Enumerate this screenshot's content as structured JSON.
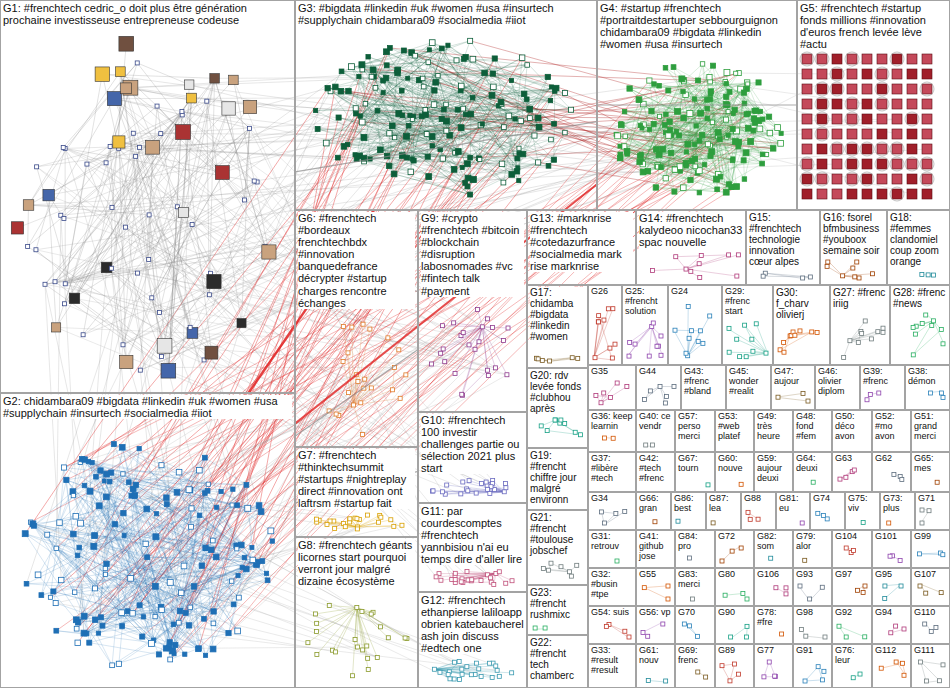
{
  "diagram": {
    "nodes": [
      {
        "text": [
          "G1: #frenchtech cedric_o doit plus être génération prochaine investisseuse entrepreneuse codeuse"
        ]
      },
      {
        "text": [
          "G3: #bigdata #linkedin #uk #women #usa #insurtech #supplychain chidambara09 #socialmedia #iiot"
        ]
      },
      {
        "text": [
          "G4: #startup #frenchtech #portraitdestartuper sebbourguignon chidambara09 #bigdata #linkedin #women #usa #insurtech"
        ]
      },
      {
        "text": [
          "G5: #frenchtech #startup fonds millions #innovation d'euros french levée lève #actu"
        ]
      },
      {
        "text": [
          "G6: #frenchtech #bordeaux frenchtechbdx #innovation banquedefrance décrypter #startup charges rencontre échanges"
        ]
      },
      {
        "text": [
          "G9: #crypto #frenchtech #bitcoin #blockchain #disruption labosnomades #vc #fintech talk #payment"
        ]
      },
      {
        "text": [
          "G13: #marknrise #frenchtech #cotedazurfrance #socialmedia mark rise marknrise"
        ]
      },
      {
        "text": [
          "G14: #frenchtech kalydeoo nicochan33 spac nouvelle"
        ]
      },
      {
        "text": [
          "G15: #frenchtech technologie innovation cœur alpes"
        ]
      },
      {
        "text": [
          "G16: fsorel bfmbusiness #youboox semaine soir"
        ]
      },
      {
        "text": [
          "G18: #femmes clandomiel coup zoom orange"
        ]
      },
      {
        "text": [
          "G17: chidamba #bigdata #linkedin #women"
        ]
      },
      {
        "text": [
          "G26"
        ]
      },
      {
        "text": [
          "G25: #frencht solution"
        ]
      },
      {
        "text": [
          "G24"
        ]
      },
      {
        "text": [
          "G29: #frenc start"
        ]
      },
      {
        "text": [
          "G30: f_charv olivierj"
        ]
      },
      {
        "text": [
          "G27: #frenc iriig"
        ]
      },
      {
        "text": [
          "G28: #frenc #news"
        ]
      },
      {
        "text": [
          "G35"
        ]
      },
      {
        "text": [
          "G44"
        ]
      },
      {
        "text": [
          "G43: #frenc #bland"
        ]
      },
      {
        "text": [
          "G45: wonder #realit"
        ]
      },
      {
        "text": [
          "G47: aujour"
        ]
      },
      {
        "text": [
          "G46: olivier diplom"
        ]
      },
      {
        "text": [
          "G39: #frenc"
        ]
      },
      {
        "text": [
          "G38: démon"
        ]
      },
      {
        "text": [
          "G20: rdv levée fonds #clubhou après"
        ]
      },
      {
        "text": [
          "G36: keep learnin"
        ]
      },
      {
        "text": [
          "G40: ce vendr"
        ]
      },
      {
        "text": [
          "G57: perso merci"
        ]
      },
      {
        "text": [
          "G53: #web platef"
        ]
      },
      {
        "text": [
          "G49: très heure"
        ]
      },
      {
        "text": [
          "G48: fond #fem"
        ]
      },
      {
        "text": [
          "G50: déco avon"
        ]
      },
      {
        "text": [
          "G52: #mo avon"
        ]
      },
      {
        "text": [
          "G51: grand merci"
        ]
      },
      {
        "text": [
          "G37: #libère #tech"
        ]
      },
      {
        "text": [
          "G42: #tech #frenc"
        ]
      },
      {
        "text": [
          "G67: tourn"
        ]
      },
      {
        "text": [
          "G60: nouve"
        ]
      },
      {
        "text": [
          "G59: aujour deuxi"
        ]
      },
      {
        "text": [
          "G64: deuxi"
        ]
      },
      {
        "text": [
          "G63"
        ]
      },
      {
        "text": [
          "G62"
        ]
      },
      {
        "text": [
          "G65: mes"
        ]
      },
      {
        "text": [
          "G2: chidambara09 #bigdata #linkedin #uk #women #usa #supplychain #insurtech #socialmedia #iiot"
        ]
      },
      {
        "text": [
          "G7: #frenchtech #thinktechsummit #startups #nightreplay direct #innovation ont laftrsm #startup fait"
        ]
      },
      {
        "text": [
          "G8: #frenchtech géants licornes start pourquoi verront jour malgré dizaine écosystème"
        ]
      },
      {
        "text": [
          "G10: #frenchtech 100 investir challenges partie ou sélection 2021 plus start"
        ]
      },
      {
        "text": [
          "G11: par courdescomptes #frenchtech yannbisiou n'ai eu temps dire d'aller lire"
        ]
      },
      {
        "text": [
          "G12: #frenchtech ethanpierse laliloapp obrien katebaucherel ash join discuss #edtech one"
        ]
      },
      {
        "text": [
          "G19: #frencht chiffre jour malgré environn"
        ]
      },
      {
        "text": [
          "G21: #frencht #toulouse jobschef"
        ]
      },
      {
        "text": [
          "G23: #frencht rushmixc"
        ]
      },
      {
        "text": [
          "G22: #frencht tech chamberc"
        ]
      },
      {
        "text": [
          "G34"
        ]
      },
      {
        "text": [
          "G66: gran"
        ]
      },
      {
        "text": [
          "G86: best"
        ]
      },
      {
        "text": [
          "G87: lea"
        ]
      },
      {
        "text": [
          "G88"
        ]
      },
      {
        "text": [
          "G81: eu"
        ]
      },
      {
        "text": [
          "G74"
        ]
      },
      {
        "text": [
          "G75: viv"
        ]
      },
      {
        "text": [
          "G73: plus"
        ]
      },
      {
        "text": [
          "G71"
        ]
      },
      {
        "text": [
          "G31: retrouv"
        ]
      },
      {
        "text": [
          "G41: github jose"
        ]
      },
      {
        "text": [
          "G84: pro"
        ]
      },
      {
        "text": [
          "G72"
        ]
      },
      {
        "text": [
          "G82: som"
        ]
      },
      {
        "text": [
          "G79: alor"
        ]
      },
      {
        "text": [
          "G104"
        ]
      },
      {
        "text": [
          "G101"
        ]
      },
      {
        "text": [
          "G99"
        ]
      },
      {
        "text": [
          "G32: #busin #tpe"
        ]
      },
      {
        "text": [
          "G55"
        ]
      },
      {
        "text": [
          "G83: merci"
        ]
      },
      {
        "text": [
          "G80"
        ]
      },
      {
        "text": [
          "G106"
        ]
      },
      {
        "text": [
          "G93"
        ]
      },
      {
        "text": [
          "G97"
        ]
      },
      {
        "text": [
          "G95"
        ]
      },
      {
        "text": [
          "G107"
        ]
      },
      {
        "text": [
          "G54: suis"
        ]
      },
      {
        "text": [
          "G56: vp"
        ]
      },
      {
        "text": [
          "G70"
        ]
      },
      {
        "text": [
          "G90"
        ]
      },
      {
        "text": [
          "G78: #fre"
        ]
      },
      {
        "text": [
          "G98"
        ]
      },
      {
        "text": [
          "G92"
        ]
      },
      {
        "text": [
          "G94"
        ]
      },
      {
        "text": [
          "G110"
        ]
      },
      {
        "text": [
          "G33: #result #result"
        ]
      },
      {
        "text": [
          "G61: nouv"
        ]
      },
      {
        "text": [
          "G69: frenc"
        ]
      },
      {
        "text": [
          "G89"
        ]
      },
      {
        "text": [
          "G77"
        ]
      },
      {
        "text": [
          "G91"
        ]
      },
      {
        "text": [
          "G76: leur"
        ]
      },
      {
        "text": [
          "G112"
        ]
      },
      {
        "text": [
          "G111"
        ]
      }
    ],
    "edges": [
      {
        "from": 46,
        "to": 1,
        "arrow": "none"
      },
      {
        "from": 46,
        "to": 2,
        "arrow": "none"
      },
      {
        "from": 0,
        "to": 2,
        "arrow": "none"
      },
      {
        "from": 0,
        "to": 5,
        "arrow": "none"
      },
      {
        "from": 46,
        "to": 5,
        "arrow": "none"
      },
      {
        "from": 46,
        "to": 49,
        "arrow": "none"
      },
      {
        "from": 1,
        "to": 3,
        "arrow": "none"
      }
    ]
  }
}
